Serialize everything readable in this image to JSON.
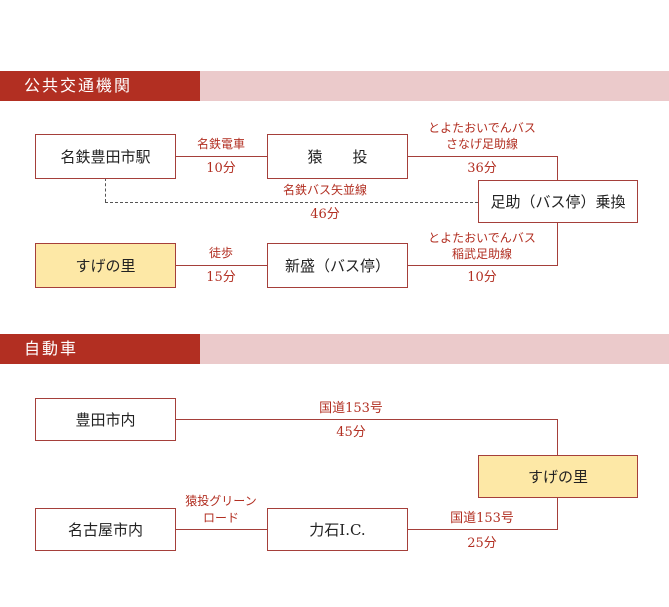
{
  "sections": {
    "public": {
      "title": "公共交通機関"
    },
    "car": {
      "title": "自動車"
    }
  },
  "public": {
    "nodes": {
      "meitetsu_toyota": "名鉄豊田市駅",
      "sarunage": "猿　　投",
      "asuke": "足助（バス停）乗換",
      "sugenosato": "すげの里",
      "shinmori": "新盛（バス停）"
    },
    "edges": {
      "meitetsu_line": {
        "name": "名鉄電車",
        "time": "10分"
      },
      "oiden_sanage_asuke": {
        "name1": "とよたおいでんバス",
        "name2": "さなげ足助線",
        "time": "36分"
      },
      "meitetsu_bus": {
        "name": "名鉄バス矢並線",
        "time": "46分"
      },
      "oiden_inabu_asuke": {
        "name1": "とよたおいでんバス",
        "name2": "稲武足助線",
        "time": "10分"
      },
      "walk": {
        "name": "徒歩",
        "time": "15分"
      }
    }
  },
  "car": {
    "nodes": {
      "toyota_city": "豊田市内",
      "sugenosato": "すげの里",
      "nagoya_city": "名古屋市内",
      "chikaraishi": "力石I.C."
    },
    "edges": {
      "route153_a": {
        "name": "国道153号",
        "time": "45分"
      },
      "sanage_green_road": {
        "name1": "猿投グリーン",
        "name2": "ロード"
      },
      "route153_b": {
        "name": "国道153号",
        "time": "25分"
      }
    }
  }
}
